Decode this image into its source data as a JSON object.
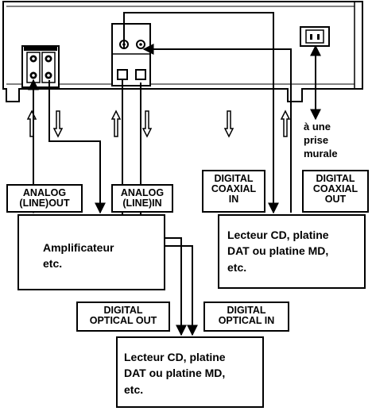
{
  "labels": {
    "analog_out": [
      "ANALOG",
      "(LINE)OUT"
    ],
    "analog_in": [
      "ANALOG",
      "(LINE)IN"
    ],
    "digital_coaxial_in": [
      "DIGITAL",
      "COAXIAL",
      "IN"
    ],
    "digital_coaxial_out": [
      "DIGITAL",
      "COAXIAL",
      "OUT"
    ],
    "digital_optical_out": [
      "DIGITAL",
      "OPTICAL OUT"
    ],
    "digital_optical_in": [
      "DIGITAL",
      "OPTICAL IN"
    ],
    "wall_outlet": [
      "à une",
      "prise",
      "murale"
    ]
  },
  "devices": {
    "amplifier": [
      "Amplificateur",
      "etc."
    ],
    "recorder_coaxial": [
      "Lecteur CD, platine",
      "DAT ou platine MD,",
      "etc."
    ],
    "recorder_optical": [
      "Lecteur CD, platine",
      "DAT ou platine MD,",
      "etc."
    ]
  },
  "panel": {
    "analog_jacks_label": "",
    "coaxial_label": "",
    "optical_label": ""
  }
}
